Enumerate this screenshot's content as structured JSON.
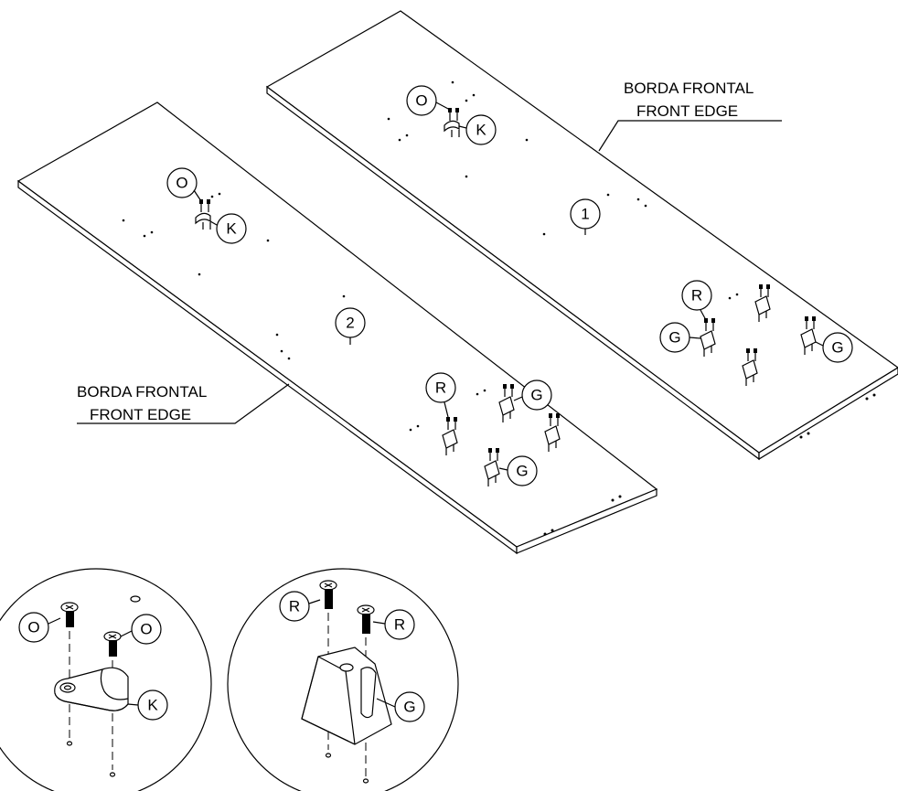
{
  "labels": {
    "edge_pt": "BORDA FRONTAL",
    "edge_en": "FRONT EDGE"
  },
  "parts": {
    "panel_1": "1",
    "panel_2": "2",
    "screw_o": "O",
    "bracket_k": "K",
    "screw_r": "R",
    "block_g": "G"
  }
}
